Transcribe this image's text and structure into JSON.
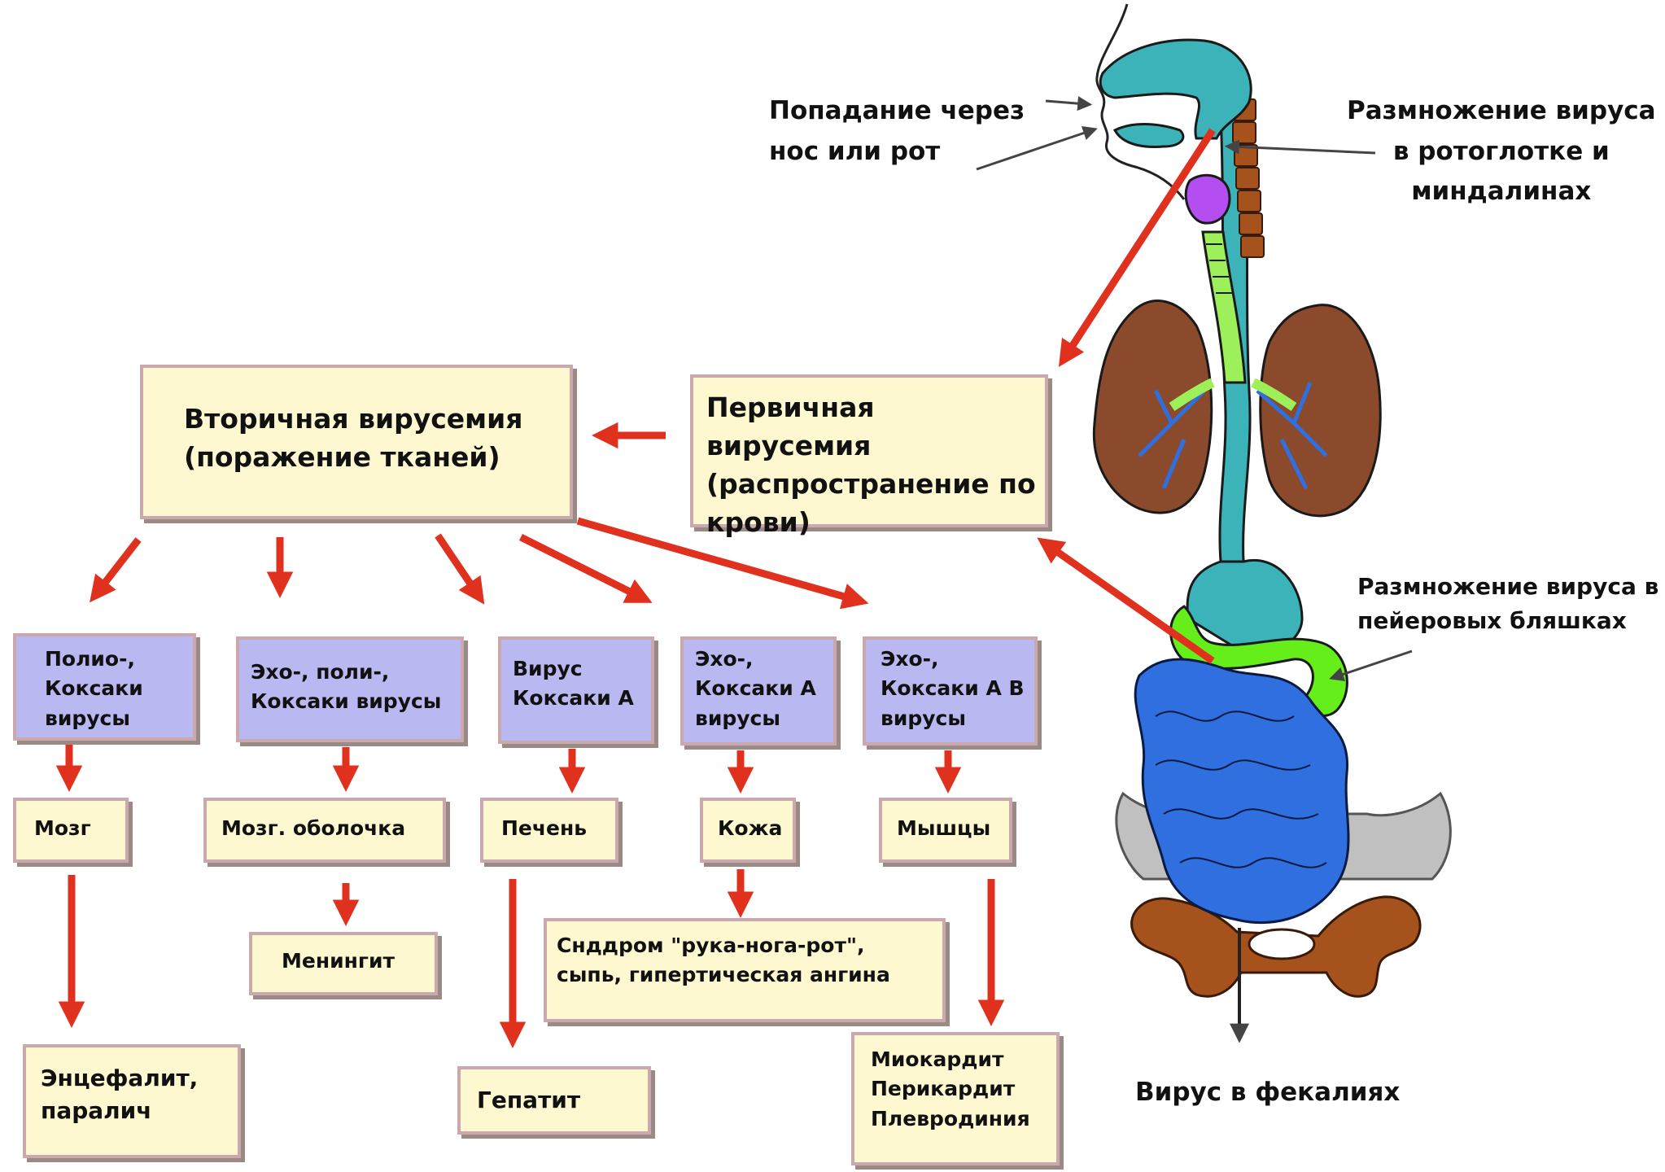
{
  "boxes": {
    "secondary": "Вторичная вирусемия\n(поражение тканей)",
    "primary": "Первичная вирусемия\n(распространение по\nкрови)",
    "virus_groups": [
      "Полио-,\nКоксаки\nвирусы",
      "Эхо-, поли-,\nКоксаки вирусы",
      "Вирус\nКоксаки А",
      "Эхо-,\nКоксаки А\nвирусы",
      "Эхо-,\nКоксаки А В\nвирусы"
    ],
    "organs": [
      "Мозг",
      "Мозг. оболочка",
      "Печень",
      "Кожа",
      "Мышцы"
    ],
    "meningitis": "Менингит",
    "syndrome": "Снддром \"рука-нога-рот\",\nсыпь, гипертическая ангина",
    "encephalitis": "Энцефалит,\nпаралич",
    "hepatitis": "Гепатит",
    "muscles_outcome": "Миокардит\nПерикардит\nПлевродиния"
  },
  "labels": {
    "entry": "Попадание через\nнос или рот",
    "replication_throat": "Размножение вируса\nв ротоглотке и\nминдалинах",
    "replication_peyer": "Размножение вируса в\nпейеровых бляшках",
    "feces": "Вирус в фекалиях"
  },
  "colors": {
    "box_yellow": "#fdf8d0",
    "box_lavender": "#b9b8f0",
    "box_border": "#c9a8ae",
    "arrow_red": "#e0301e",
    "digestive_teal": "#3bb3b8",
    "lung_brown": "#8b4a2c",
    "intestine_blue": "#2f6fe0",
    "peyer_green": "#66ee1a",
    "tonsil_purple": "#b44ef0",
    "pelvis_brown": "#a5521c"
  }
}
